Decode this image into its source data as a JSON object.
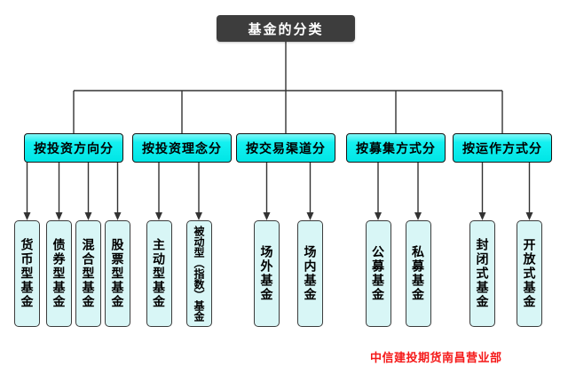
{
  "root": {
    "label": "基金的分类"
  },
  "groups": [
    {
      "label": "按投资方向分",
      "children": [
        "货币型基金",
        "债券型基金",
        "混合型基金",
        "股票型基金"
      ]
    },
    {
      "label": "按投资理念分",
      "children": [
        "主动型基金",
        "被动型（指数）基金"
      ]
    },
    {
      "label": "按交易渠道分",
      "children": [
        "场外基金",
        "场内基金"
      ]
    },
    {
      "label": "按募集方式分",
      "children": [
        "公募基金",
        "私募基金"
      ]
    },
    {
      "label": "按运作方式分",
      "children": [
        "封闭式基金",
        "开放式基金"
      ]
    }
  ],
  "footer": {
    "text": "中信建投期货南昌营业部"
  },
  "colors": {
    "root_bg": "#3d3d3d",
    "root_text": "#ffffff",
    "category_bg": "#00efef",
    "leaf_bg": "#d8f6f6",
    "connector": "#333333",
    "footer_text": "#f51818",
    "background": "#ffffff"
  }
}
